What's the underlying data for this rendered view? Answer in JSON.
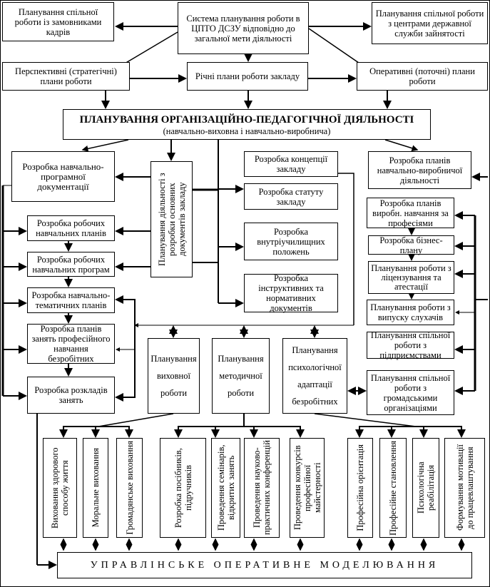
{
  "top": {
    "system": "Система планування роботи в ЦПТО ДСЗУ відповідно до загальної мети діяльності",
    "left": "Планування спільної роботи із замовниками кадрів",
    "right": "Планування спільної роботи з центрами державної служби зайнятості"
  },
  "plans": {
    "strategic": "Перспективні (стратегічні) плани роботи",
    "annual": "Річні плани роботи закладу",
    "operative": "Оперативні (поточні) плани роботи"
  },
  "main": {
    "title": "ПЛАНУВАННЯ ОРГАНІЗАЦІЙНО-ПЕДАГОГІЧНОЇ ДІЯЛЬНОСТІ",
    "subtitle": "(навчально-виховна і навчально-виробнича)"
  },
  "left_column": [
    "Розробка навчально-програмної документації",
    "Розробка робочих навчальних планів",
    "Розробка робочих навчальних програм",
    "Розробка навчально-тематичних планів",
    "Розробка планів занять професійного навчання безробітних",
    "Розробка розкладів занять"
  ],
  "documents_planning": "Планування діяльності з розробки основних документів закладу",
  "documents": [
    "Розробка концепції закладу",
    "Розробка статуту закладу",
    "Розробка внутріучилищних положень",
    "Розробка інструктивних та нормативних документів"
  ],
  "right_column": [
    "Розробка планів навчально-виробничої діяльності",
    "Розробка планів виробн. навчання за професіями",
    "Розробка бізнес-плану",
    "Планування роботи з ліцензування та атестації",
    "Планування роботи з випуску слухачів",
    "Планування спільної роботи з підприємствами",
    "Планування спільної роботи з громадськими організаціями"
  ],
  "middle": [
    "Планування виховної роботи",
    "Планування методичної роботи",
    "Планування психологічної адаптації безробітних"
  ],
  "activities": [
    "Виховання здорового способу життя",
    "Моральне виховання",
    "Громадянське виховання",
    "Розробка посібників, підручників",
    "Проведення семінарів, відкритих занять",
    "Проведення науково-практичних конференцій",
    "Проведення конкурсів професійної майстерності",
    "Професійна орієнтація",
    "Професійне становлення",
    "Психологічна реабілітація",
    "Формування мотивації до працевлаштування"
  ],
  "bottom": "УПРАВЛІНСЬКЕ ОПЕРАТИВНЕ МОДЕЛЮВАННЯ"
}
